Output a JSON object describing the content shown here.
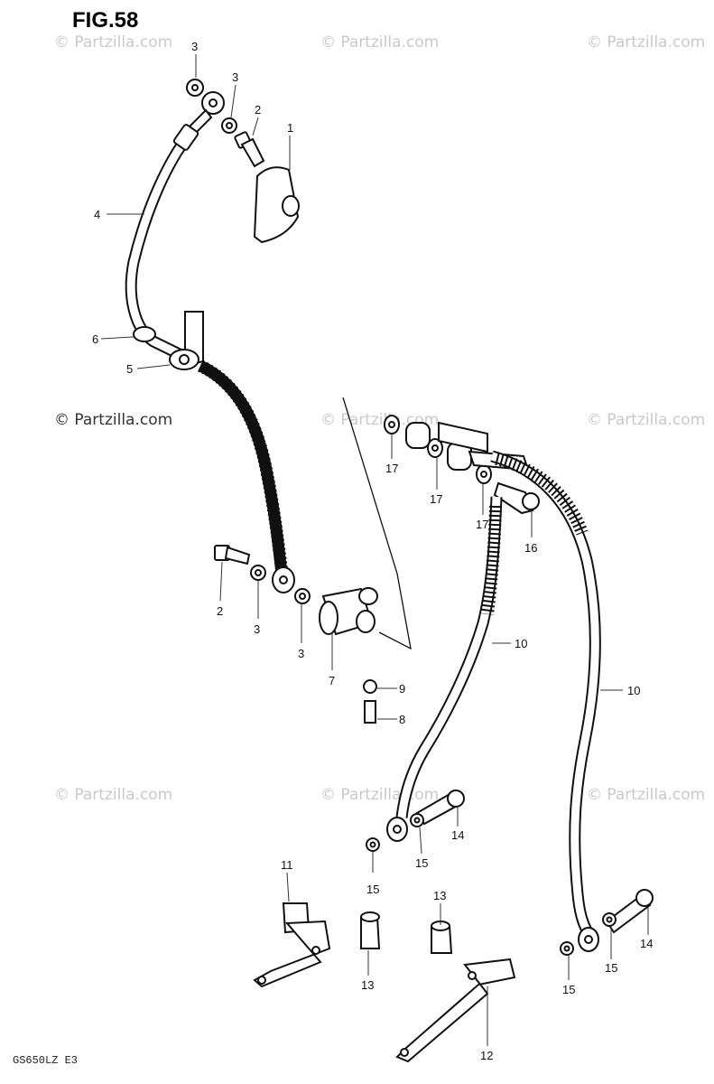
{
  "figure": {
    "title": "FIG.58",
    "code": "GS650LZ E3"
  },
  "watermark": {
    "text": "© Partzilla.com"
  },
  "callouts": {
    "c1": "1",
    "c2a": "2",
    "c2b": "2",
    "c3a": "3",
    "c3b": "3",
    "c3c": "3",
    "c3d": "3",
    "c4": "4",
    "c5": "5",
    "c6": "6",
    "c7": "7",
    "c8": "8",
    "c9": "9",
    "c10a": "10",
    "c10b": "10",
    "c11": "11",
    "c12": "12",
    "c13a": "13",
    "c13b": "13",
    "c14a": "14",
    "c14b": "14",
    "c15a": "15",
    "c15b": "15",
    "c15c": "15",
    "c15d": "15",
    "c16": "16",
    "c17a": "17",
    "c17b": "17",
    "c17c": "17"
  }
}
